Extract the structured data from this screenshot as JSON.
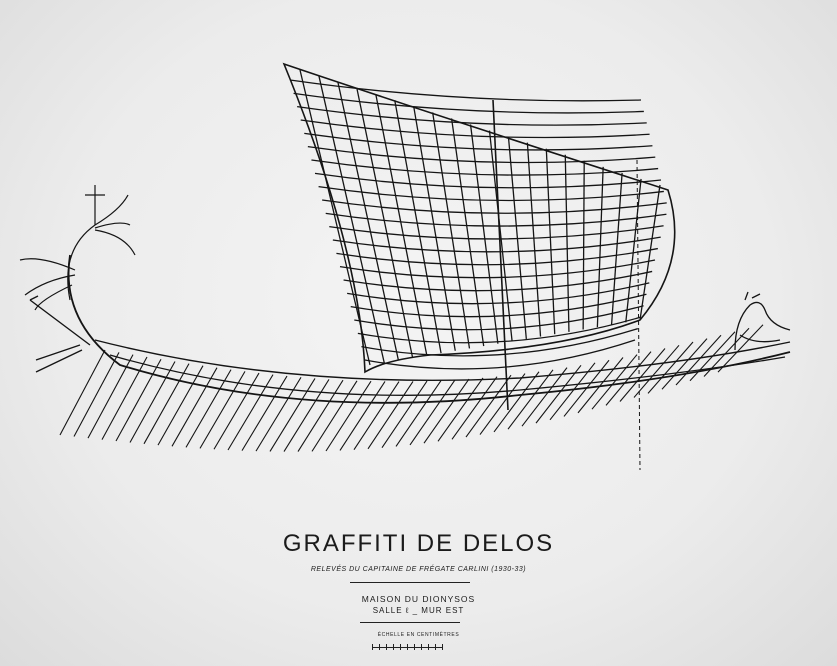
{
  "caption": {
    "title": "GRAFFITI DE DELOS",
    "subtitle": "RELEVÉS DU CAPITAINE DE FRÉGATE CARLINI (1930-33)",
    "location": "MAISON DU DIONYSOS",
    "room": "SALLE ℓ _ MUR EST",
    "scale_label": "ÉCHELLE EN CENTIMÈTRES"
  },
  "figure": {
    "subject": "ship-graffito",
    "ink_color": "#151515",
    "paper_color": "#eeeeee"
  }
}
